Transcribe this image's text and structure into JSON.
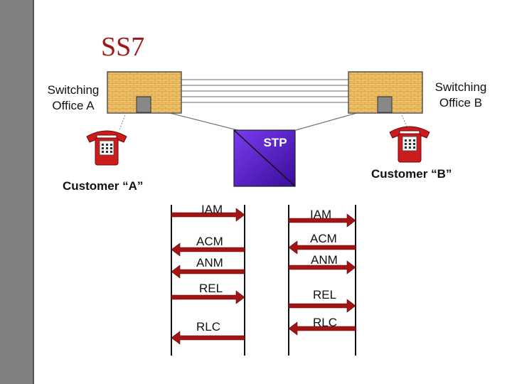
{
  "title": "SS7",
  "office_a": {
    "line1": "Switching",
    "line2": "Office A"
  },
  "office_b": {
    "line1": "Switching",
    "line2": "Office B"
  },
  "stp_label": "STP",
  "customer_a": "Customer “A”",
  "customer_b": "Customer “B”",
  "messages_left": [
    "IAM",
    "ACM",
    "ANM",
    "REL",
    "RLC"
  ],
  "messages_right": [
    "IAM",
    "ACM",
    "ANM",
    "REL",
    "RLC"
  ],
  "colors": {
    "title": "#a01818",
    "brick": "#f2c26a",
    "phone": "#cc1b1b",
    "arrow": "#a31414",
    "stp": "#5a17c8"
  },
  "icons": {
    "office": "brick-building-icon",
    "phone": "telephone-icon"
  }
}
